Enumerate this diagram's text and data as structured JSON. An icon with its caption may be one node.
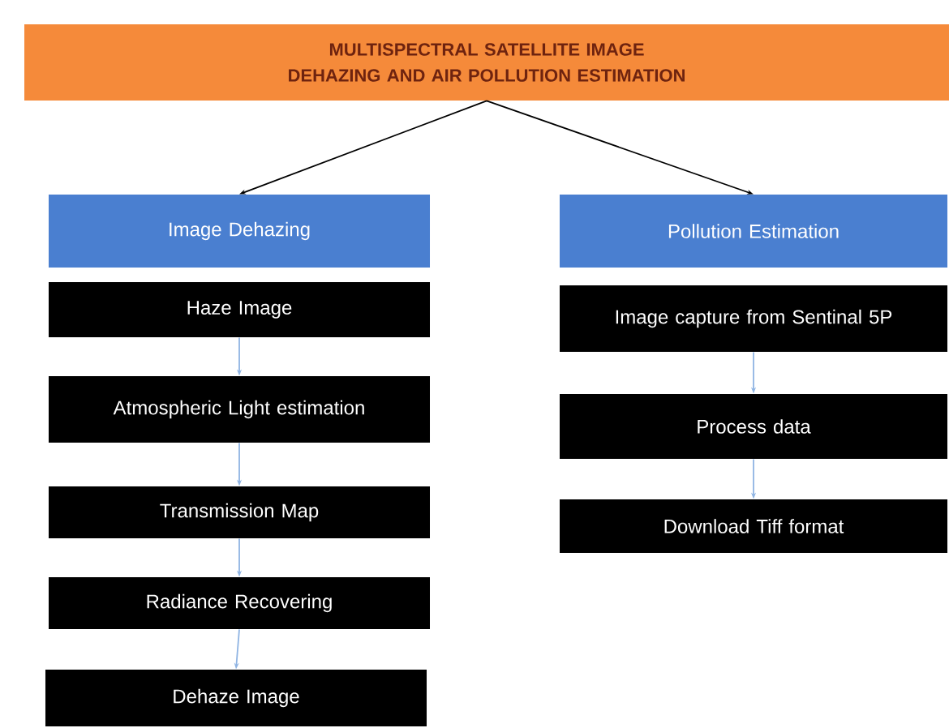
{
  "diagram": {
    "nodes": [
      {
        "text": [
          "MULTISPECTRAL SATELLITE IMAGE DEHAZING AND AIR POLLUTION ESTIMATION"
        ]
      },
      {
        "text": [
          "Image Dehazing"
        ]
      },
      {
        "text": [
          "Haze Image"
        ]
      },
      {
        "text": [
          "Atmospheric Light estimation"
        ]
      },
      {
        "text": [
          "Transmission Map"
        ]
      },
      {
        "text": [
          "Radiance Recovering"
        ]
      },
      {
        "text": [
          "Dehaze Image"
        ]
      },
      {
        "text": [
          "Pollution Estimation"
        ]
      },
      {
        "text": [
          "Image capture from Sentinal 5P"
        ]
      },
      {
        "text": [
          "Process data"
        ]
      },
      {
        "text": [
          "Download Tiff format"
        ]
      }
    ],
    "edges": [
      {
        "from": 0,
        "to": 1,
        "arrow": "to",
        "color": "#000000"
      },
      {
        "from": 0,
        "to": 7,
        "arrow": "to",
        "color": "#000000"
      },
      {
        "from": 2,
        "to": 3,
        "arrow": "to"
      },
      {
        "from": 3,
        "to": 4,
        "arrow": "to"
      },
      {
        "from": 4,
        "to": 5,
        "arrow": "to"
      },
      {
        "from": 5,
        "to": 6,
        "arrow": "to"
      },
      {
        "from": 8,
        "to": 9,
        "arrow": "to"
      },
      {
        "from": 9,
        "to": 10,
        "arrow": "to"
      }
    ]
  }
}
